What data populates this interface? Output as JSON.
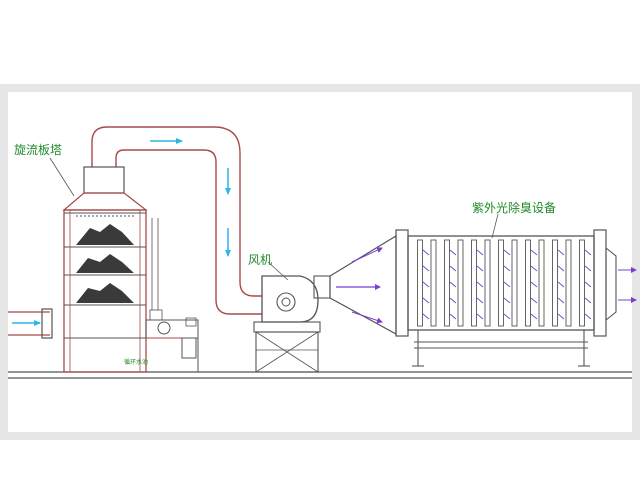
{
  "labels": {
    "tower": "旋流板塔",
    "fan": "风机",
    "uv_unit": "紫外光除臭设备",
    "pool": "循环水池"
  },
  "colors": {
    "duct": "#a84a4a",
    "equipment": "#555555",
    "flow_arrow": "#29b6e8",
    "uv_lamp": "#7b3fd0",
    "label": "#1f8a2a"
  }
}
